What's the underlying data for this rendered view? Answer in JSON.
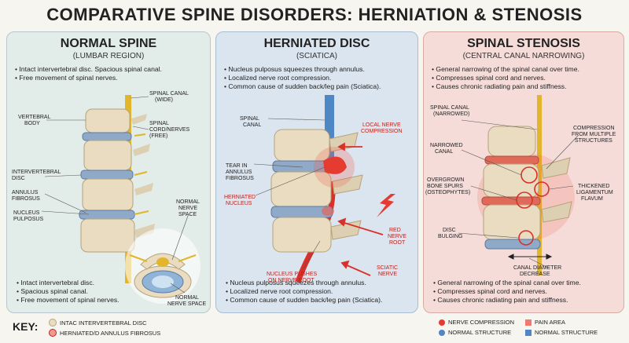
{
  "title": "COMPARATIVE SPINE DISORDERS: HERNIATION & STENOSIS",
  "panels": [
    {
      "heading": "NORMAL SPINE",
      "subheading": "(LUMBAR REGION)",
      "top_bullets": [
        "Intact intervertebral disc. Spacious spinal canal.",
        "Free movement of spinal nerves."
      ],
      "labels": {
        "spinal_canal": [
          "SPINAL CANAL",
          "(WIDE)"
        ],
        "vertebral_body": [
          "VERTEBRAL",
          "BODY"
        ],
        "spinal_cord": [
          "SPINAL",
          "CORD/NERVES",
          "(FREE)"
        ],
        "intervertebral_disc": [
          "INTERVERTEBRAL",
          "DISC"
        ],
        "annulus": [
          "ANNULUS",
          "FIBROSUS"
        ],
        "nucleus": [
          "NUCLEUS",
          "PULPOSUS"
        ],
        "normal_nerve_space_top": [
          "NORMAL",
          "NERVE",
          "SPACE"
        ],
        "normal_nerve_space_bottom": [
          "NORMAL",
          "NERVE SPACE"
        ]
      },
      "bottom_bullets": [
        "Intact intervertebral disc.",
        "Spacious spinal canal.",
        "Free movement of spinal nerves."
      ]
    },
    {
      "heading": "HERNIATED DISC",
      "subheading": "(SCIATICA)",
      "top_bullets": [
        "Nucleus pulposus squeezes through annulus.",
        "Localized nerve root compression.",
        "Common cause of sudden back/leg pain (Sciatica)."
      ],
      "labels": {
        "spinal_canal": [
          "SPINAL",
          "CANAL"
        ],
        "local_compression": [
          "LOCAL NERVE",
          "COMPRESSION"
        ],
        "tear": [
          "TEAR IN",
          "ANNULUS",
          "FIBROSUS"
        ],
        "herniated_nucleus": [
          "HERNIATED",
          "NUCLEUS"
        ],
        "red_nerve_root": [
          "RED",
          "NERVE",
          "ROOT"
        ],
        "sciatic_nerve": [
          "SCIATIC",
          "NERVE"
        ],
        "nucleus_pushes": [
          "NUCLEUS PUSHES",
          "ON NERVE ROOT"
        ]
      },
      "bottom_bullets": [
        "Nucleus pulposus squeezes through annulus.",
        "Localized nerve root compression.",
        "Common cause of sudden back/leg pain (Sciatica)."
      ]
    },
    {
      "heading": "SPINAL STENOSIS",
      "subheading": "(CENTRAL CANAL NARROWING)",
      "top_bullets": [
        "General narrowing of the spinal canal over time.",
        "Compresses spinal cord and nerves.",
        "Causes chronic radiating pain and stiffness."
      ],
      "labels": {
        "spinal_canal": [
          "SPINAL CANAL",
          "(NARROWED)"
        ],
        "compression_multi": [
          "COMPRESSION",
          "FROM MULTIPLE",
          "STRUCTURES"
        ],
        "narrowed_canal": [
          "NARROWED",
          "CANAL"
        ],
        "overgrown": [
          "OVERGROWN",
          "BONE SPURS",
          "(OSTEOPHYTES)"
        ],
        "thickened": [
          "THICKENED",
          "LIGAMENTUM",
          "FLAVUM"
        ],
        "disc_bulging": [
          "DISC",
          "BULGING"
        ],
        "canal_diameter": [
          "CANAL DIAMETER",
          "DECREASE"
        ]
      },
      "bottom_bullets": [
        "General narrowing of the spinal canal over time.",
        "Compresses spinal cord and nerves.",
        "Causes chronic radiating pain and stiffness."
      ]
    }
  ],
  "key": {
    "title": "KEY:",
    "items": [
      "INTAC INTERVERTEBRAL DISC",
      "HERNIATED/D ANNULUS FIBROSUS",
      "NERVE COMPRESSION",
      "PAIN AREA",
      "NORMAL STRUCTURE",
      "NORMAL STRUCTURE"
    ]
  },
  "colors": {
    "bone": "#e9dcc0",
    "disc": "#8fa9c8",
    "nerve": "#e3b52a",
    "red": "#d9302a",
    "blue_canal": "#4f86c6"
  }
}
